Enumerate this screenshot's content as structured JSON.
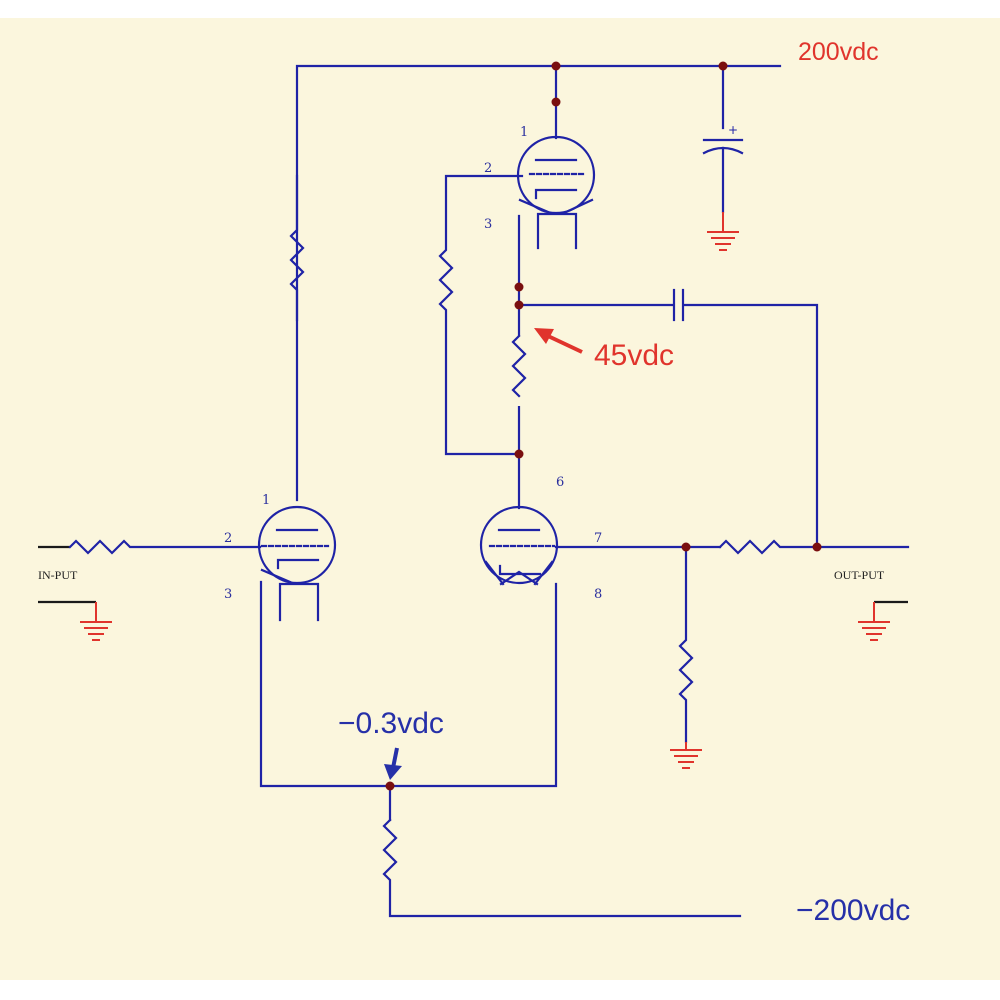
{
  "rails": {
    "positive_label": "200vdc",
    "negative_label": "−200vdc"
  },
  "annotations": {
    "cathode_voltage": "45vdc",
    "tail_voltage": "−0.3vdc"
  },
  "io": {
    "input_label": "IN-PUT",
    "output_label": "OUT-PUT"
  },
  "tubes": {
    "left": {
      "pins": [
        "1",
        "2",
        "3"
      ]
    },
    "upper": {
      "pins": [
        "1",
        "2",
        "3"
      ]
    },
    "lower": {
      "pins": [
        "6",
        "7",
        "8"
      ]
    }
  },
  "colors": {
    "wire": "#1f23a6",
    "ground": "#e0342c",
    "junction": "#7a0f0f",
    "background": "#fbf6dd",
    "annotation_red": "#e0342c",
    "annotation_blue": "#2630a8"
  },
  "capacitor": {
    "polarity_mark": "+"
  }
}
